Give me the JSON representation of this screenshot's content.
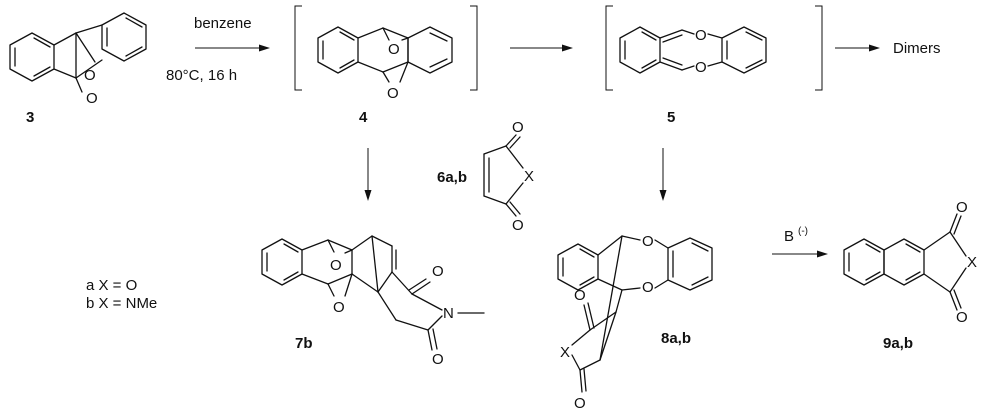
{
  "compounds": {
    "c3": "3",
    "c4": "4",
    "c5": "5",
    "c6": "6a,b",
    "c7": "7b",
    "c8": "8a,b",
    "c9": "9a,b"
  },
  "conditions": {
    "solvent": "benzene",
    "temperature_time": "80°C, 16 h",
    "products_5": "Dimers",
    "base": "B",
    "base_charge": "(-)"
  },
  "substituents": {
    "a": "a X = O",
    "b": "b X = NMe"
  },
  "atoms": {
    "O": "O",
    "X": "X",
    "N": "N"
  }
}
